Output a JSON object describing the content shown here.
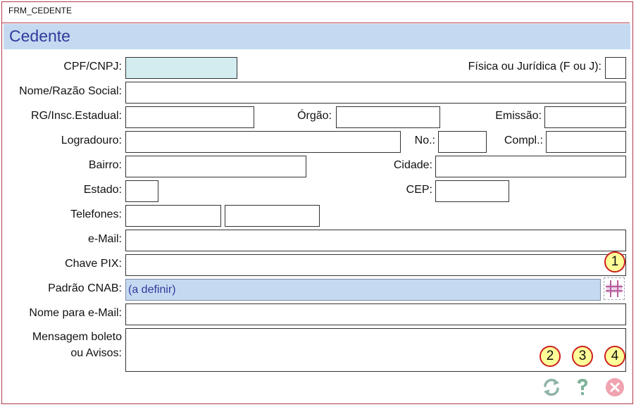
{
  "window": {
    "title": "FRM_CEDENTE"
  },
  "header": {
    "title": "Cedente"
  },
  "labels": {
    "cpf_cnpj": "CPF/CNPJ:",
    "fisica_juridica": "Física ou Jurídica (F ou J):",
    "nome": "Nome/Razão Social:",
    "rg": "RG/Insc.Estadual:",
    "orgao": "Órgão:",
    "emissao": "Emissão:",
    "logradouro": "Logradouro:",
    "numero": "No.:",
    "compl": "Compl.:",
    "bairro": "Bairro:",
    "cidade": "Cidade:",
    "estado": "Estado:",
    "cep": "CEP:",
    "telefones": "Telefones:",
    "email": "e-Mail:",
    "pix": "Chave PIX:",
    "cnab": "Padrão CNAB:",
    "nome_email": "Nome para  e-Mail:",
    "mensagem_1": "Mensagem boleto",
    "mensagem_2": "ou Avisos:"
  },
  "values": {
    "cnab": "(a definir)"
  },
  "badges": [
    "1",
    "2",
    "3",
    "4"
  ],
  "icons": {
    "grid": "grid-icon",
    "refresh": "refresh-icon",
    "help": "help-icon",
    "close": "close-icon"
  },
  "colors": {
    "header_bg": "#c5d9f1",
    "header_text": "#2e3c9c",
    "cpf_bg": "#d2ecf0",
    "badge_bg": "#ffff99",
    "badge_border": "#cc1f1f",
    "border": "#b03a48"
  }
}
